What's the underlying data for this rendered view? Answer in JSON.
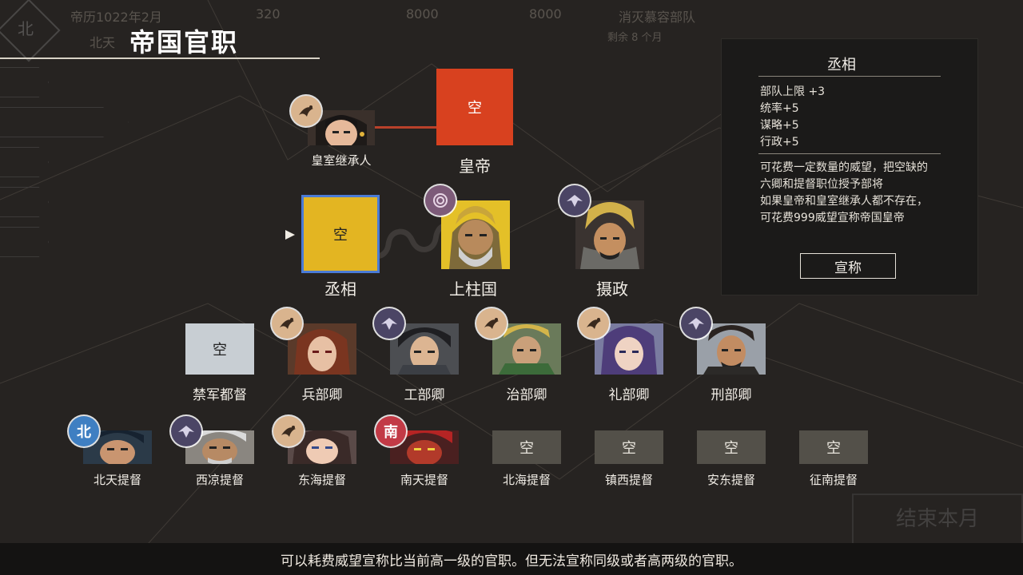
{
  "title": "帝国官职",
  "background": {
    "date": "帝历1022年2月",
    "nation": "北天",
    "gold": "320",
    "food": "8000",
    "troops": "8000",
    "task": "消灭慕容部队",
    "task_sub": "剩余 8 个月",
    "emblem": "北",
    "end_month": "结束本月"
  },
  "emperor": {
    "label": "皇帝",
    "empty": "空",
    "color": "#d8411f"
  },
  "heir": {
    "label": "皇室继承人",
    "badge": "crane"
  },
  "tier2": [
    {
      "id": "chancellor",
      "label": "丞相",
      "empty": "空",
      "selected": true,
      "color": "#e3b522"
    },
    {
      "id": "pillar",
      "label": "上柱国",
      "badge": "swirl"
    },
    {
      "id": "regent",
      "label": "摄政",
      "badge": "eagle"
    }
  ],
  "tier3": [
    {
      "id": "guard",
      "label": "禁军都督",
      "empty": "空"
    },
    {
      "id": "war",
      "label": "兵部卿",
      "badge": "crane"
    },
    {
      "id": "works",
      "label": "工部卿",
      "badge": "eagle"
    },
    {
      "id": "gov",
      "label": "治部卿",
      "badge": "crane"
    },
    {
      "id": "rites",
      "label": "礼部卿",
      "badge": "crane"
    },
    {
      "id": "justice",
      "label": "刑部卿",
      "badge": "eagle"
    }
  ],
  "tier4": [
    {
      "id": "beitian",
      "label": "北天提督",
      "badge": "北"
    },
    {
      "id": "xiliang",
      "label": "西凉提督",
      "badge": "eagle"
    },
    {
      "id": "donghai",
      "label": "东海提督",
      "badge": "crane"
    },
    {
      "id": "nantian",
      "label": "南天提督",
      "badge": "南"
    },
    {
      "id": "beihai",
      "label": "北海提督",
      "empty": "空"
    },
    {
      "id": "zhenxi",
      "label": "镇西提督",
      "empty": "空"
    },
    {
      "id": "andong",
      "label": "安东提督",
      "empty": "空"
    },
    {
      "id": "zhengnan",
      "label": "征南提督",
      "empty": "空"
    }
  ],
  "panel": {
    "title": "丞相",
    "stats": [
      "部队上限 +3",
      "统率+5",
      "谋略+5",
      "行政+5"
    ],
    "desc": [
      "可花费一定数量的威望，把空缺的",
      "六卿和提督职位授予部将",
      "如果皇帝和皇室继承人都不存在，",
      "可花费999威望宣称帝国皇帝"
    ],
    "button": "宣称"
  },
  "footer": "可以耗费威望宣称比当前高一级的官职。但无法宣称同级或者高两级的官职。",
  "colors": {
    "badge_crane": "#d9b48e",
    "badge_eagle": "#4b4565",
    "badge_swirl": "#7d5b79",
    "badge_north": "#3f7fc2",
    "badge_south": "#c23a46",
    "empty_grey": "#535049",
    "empty_light": "#c8ced3"
  }
}
